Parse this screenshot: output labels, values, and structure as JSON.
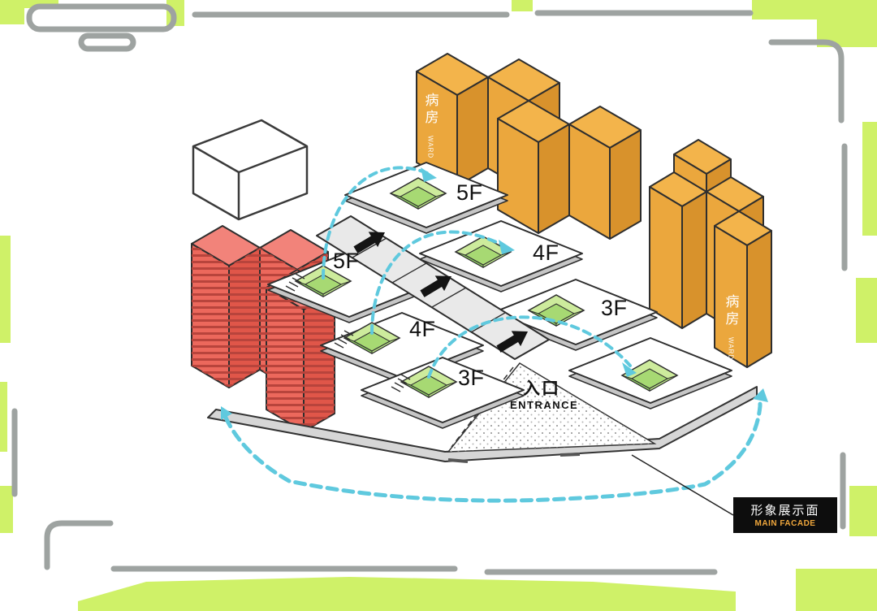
{
  "diagram": {
    "type": "axonometric-architecture-circulation-diagram",
    "floors": {
      "right": [
        "5F",
        "4F",
        "3F"
      ],
      "left": [
        "5F",
        "4F",
        "3F"
      ]
    },
    "ward": {
      "zh": "病房",
      "en": "WARD"
    },
    "entrance": {
      "zh": "入口",
      "en": "ENTRANCE"
    },
    "facade": {
      "zh": "形象展示面",
      "en": "MAIN FACADE"
    }
  },
  "colors": {
    "ward_top": "#F3B44B",
    "ward_side": "#EBA73D",
    "ward_dark": "#D8922C",
    "red_top": "#F2837A",
    "red_side": "#EC685C",
    "red_dark": "#E05649",
    "red_stripe": "#B8443C",
    "court_rim": "#CDEB9C",
    "court_floor": "#A7D973",
    "court_wall_l": "#8CC763",
    "court_wall_r": "#BCE489",
    "plate": "#FFFFFF",
    "slab": "#D6D6D6",
    "corridor": "#E9E9E9",
    "arrow_blue": "#5FC9DE",
    "arrow_black": "#141414",
    "lime": "#CFF168",
    "frame_gray": "#9EA3A1",
    "outline": "#2E2E2E",
    "facade_bg": "#0D0D0D",
    "facade_accent": "#F0A73C"
  }
}
